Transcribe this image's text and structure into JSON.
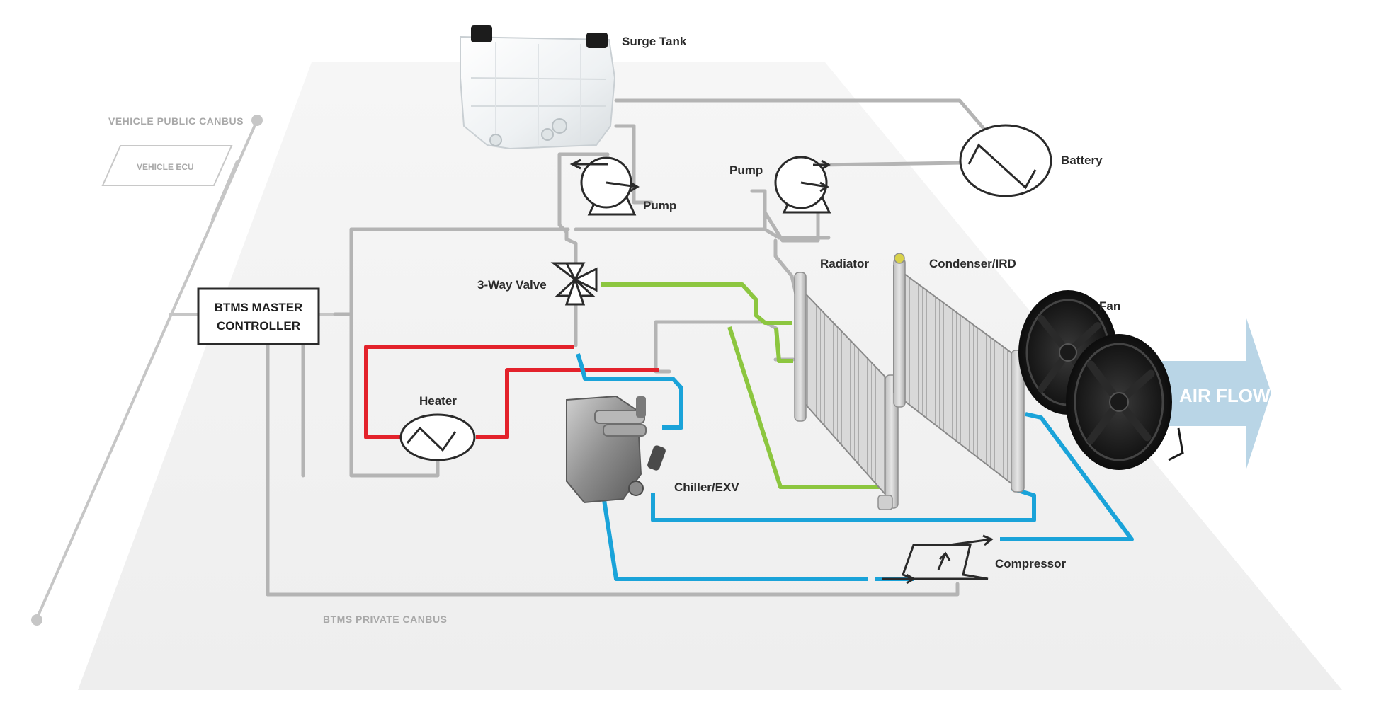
{
  "labels": {
    "surge_tank": "Surge Tank",
    "battery": "Battery",
    "pump_top": "Pump",
    "pump_left": "Pump",
    "radiator": "Radiator",
    "condenser": "Condenser/IRD",
    "fan": "Fan",
    "three_way_valve": "3-Way Valve",
    "heater": "Heater",
    "chiller": "Chiller/EXV",
    "compressor": "Compressor",
    "air_flow": "AIR FLOW"
  },
  "bus": {
    "public_canbus": "VEHICLE PUBLIC CANBUS",
    "vehicle_ecu": "VEHICLE ECU",
    "private_canbus": "BTMS PRIVATE CANBUS"
  },
  "controller": {
    "line1": "BTMS MASTER",
    "line2": "CONTROLLER"
  },
  "colors": {
    "coolant_hot": "#e3222b",
    "coolant_radiator": "#8cc63f",
    "refrigerant": "#1aa3d9",
    "bus_line": "#b4b4b4",
    "air_flow_arrow": "#b9d5e6",
    "floor": "#f2f2f2"
  }
}
